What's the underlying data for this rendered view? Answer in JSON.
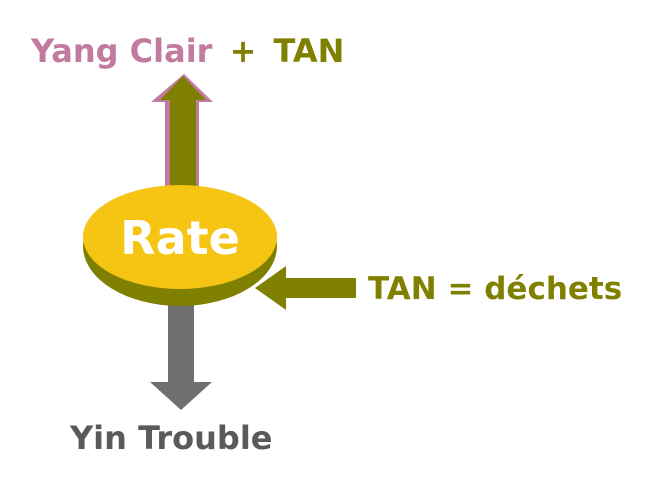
{
  "top_label": {
    "part1": "Yang Clair",
    "plus": "+",
    "part2": "TAN"
  },
  "center_label": "Rate",
  "right_label": "TAN = déchets",
  "bottom_label": "Yin Trouble",
  "colors": {
    "pink": "#c27ba0",
    "olive": "#808000",
    "gold": "#f6c413",
    "gray": "#6f6f6f",
    "white": "#ffffff"
  }
}
